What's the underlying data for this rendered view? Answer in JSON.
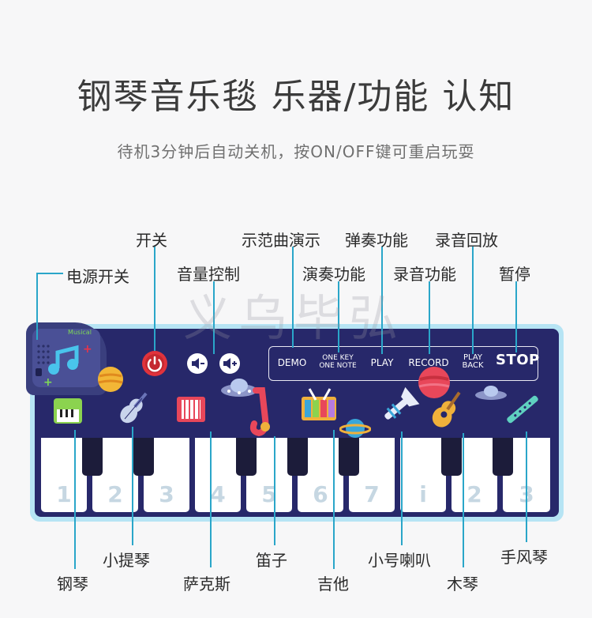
{
  "title": "钢琴音乐毯 乐器/功能 认知",
  "subtitle": "待机3分钟后自动关机，按ON/OFF键可重启玩耍",
  "watermark": "义乌毕弘",
  "callouts": {
    "power_switch": "开关",
    "demo_songs": "示范曲演示",
    "play_function": "弹奏功能",
    "playback": "录音回放",
    "power_supply": "电源开关",
    "volume_control": "音量控制",
    "perform_function": "演奏功能",
    "record_function": "录音功能",
    "pause": "暂停",
    "violin": "小提琴",
    "flute": "笛子",
    "trumpet": "小号喇叭",
    "accordion": "手风琴",
    "piano": "钢琴",
    "saxophone": "萨克斯",
    "guitar": "吉他",
    "xylophone": "木琴"
  },
  "mat": {
    "speaker_brand": "Musical",
    "buttons": {
      "demo": "DEMO",
      "one_key_line1": "ONE KEY",
      "one_key_line2": "ONE NOTE",
      "play": "PLAY",
      "record": "RECORD",
      "playback_line1": "PLAY",
      "playback_line2": "BACK",
      "stop": "STOP"
    },
    "keys": [
      "1",
      "2",
      "3",
      "4",
      "5",
      "6",
      "7",
      "i",
      "2",
      "3"
    ]
  },
  "colors": {
    "mat_body": "#27286a",
    "mat_border": "#b6e4f4",
    "callout_line": "#2aa6c9",
    "power_button": "#e0333c"
  }
}
